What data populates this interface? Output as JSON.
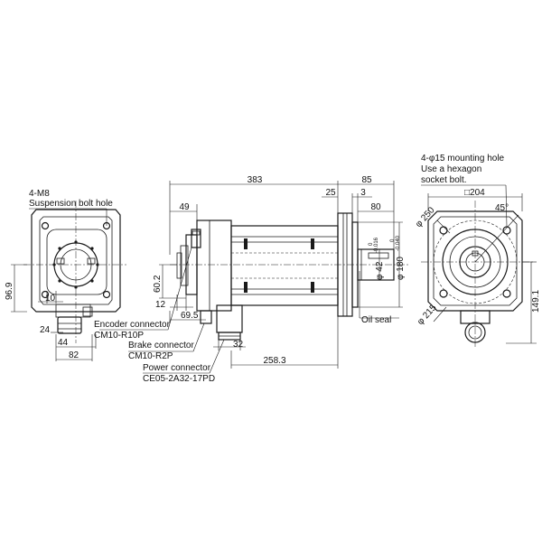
{
  "callouts": {
    "suspension_size": "4-M8",
    "suspension_text": "Suspension bolt hole",
    "mount_line1": "4-φ15 mounting hole",
    "mount_line2": "Use a hexagon",
    "mount_line3": "socket bolt.",
    "encoder_name": "Encoder connector",
    "encoder_part": "CM10-R10P",
    "brake_name": "Brake connector",
    "brake_part": "CM10-R2P",
    "power_name": "Power connector",
    "power_part": "CE05-2A32-17PD",
    "oil_seal": "Oil seal"
  },
  "left_view": {
    "h_96_9": "96.9",
    "w_10": "10",
    "w_24": "24",
    "w_44": "44",
    "w_82": "82"
  },
  "side_view": {
    "overall_383": "383",
    "shaft_85": "85",
    "d_49": "49",
    "d_25": "25",
    "d_3": "3",
    "d_80": "80",
    "h_60_2": "60.2",
    "d_12": "12",
    "d_69_5": "69.5",
    "d_32": "32",
    "d_258_3": "258.3",
    "phi42": "φ 42",
    "phi42_tol_up": "0",
    "phi42_tol_dn": "-0.016",
    "phi180": "φ 180",
    "phi180_tol_up": "0",
    "phi180_tol_dn": "-0.040"
  },
  "front_view": {
    "square_204": "□204",
    "angle_45": "45°",
    "phi250": "φ 250",
    "phi215": "φ 215",
    "h_149_1": "149.1"
  }
}
